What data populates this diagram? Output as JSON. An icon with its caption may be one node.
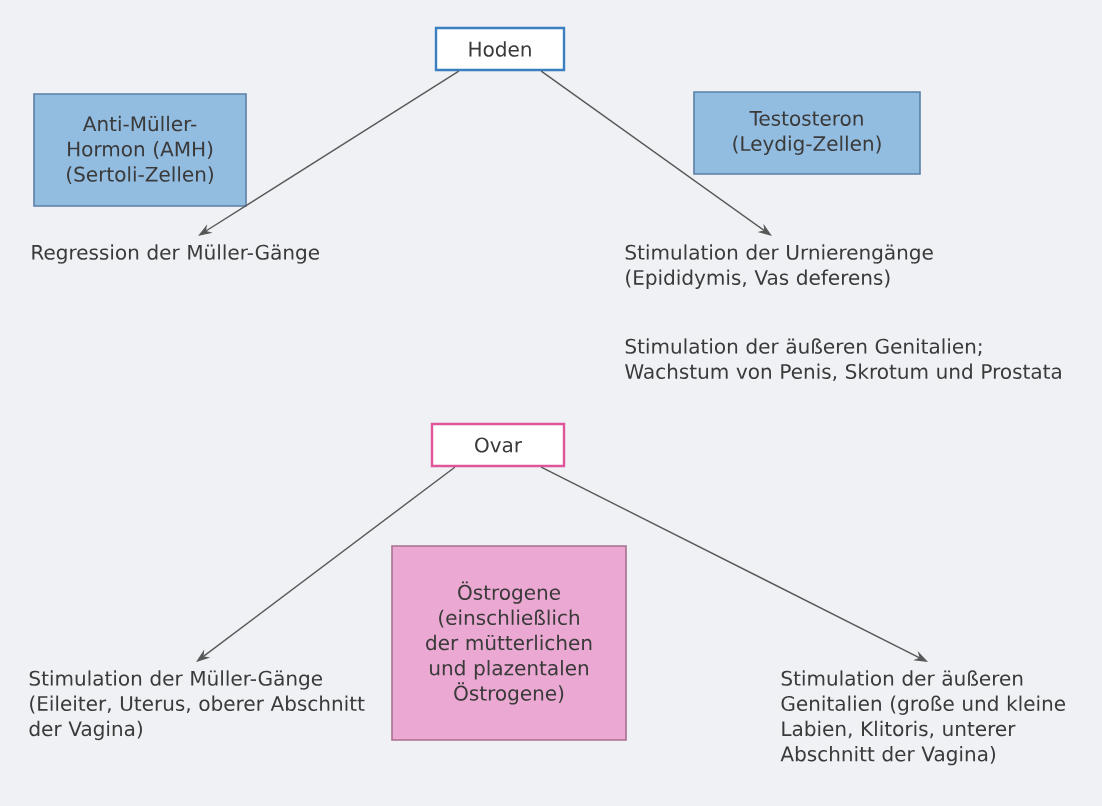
{
  "diagram": {
    "nodes": [
      {
        "text": [
          "Hoden"
        ]
      },
      {
        "text": [
          "Anti-Müller-Hormon (AMH) (Sertoli-Zellen)"
        ]
      },
      {
        "text": [
          "Testosteron (Leydig-Zellen)"
        ]
      },
      {
        "text": [
          "Regression der Müller-Gänge"
        ]
      },
      {
        "text": [
          "Stimulation der Urnierengänge (Epididymis, Vas deferens)"
        ]
      },
      {
        "text": [
          "Ovar"
        ]
      },
      {
        "text": [
          "Östrogene (einschließlich der mütterlichen und plazentalen Östrogene)"
        ]
      },
      {
        "text": [
          "Stimulation der Müller-Gänge (Eileiter, Uterus, oberer Abschnitt der Vagina)"
        ]
      },
      {
        "text": [
          "Stimulation der äußeren Genitalien (große und kleine Labien, Klitoris, unterer Abschnitt der Vagina)"
        ]
      }
    ],
    "edges": [
      {
        "from": 0,
        "to": 3,
        "arrow": "to"
      },
      {
        "from": 0,
        "to": 4,
        "arrow": "to"
      },
      {
        "from": 5,
        "to": 7,
        "arrow": "to"
      },
      {
        "from": 5,
        "to": 8,
        "arrow": "to"
      }
    ],
    "labels": [
      "Stimulation der äußeren Genitalien; Wachstum von Penis, Skrotum und Prostata"
    ]
  }
}
